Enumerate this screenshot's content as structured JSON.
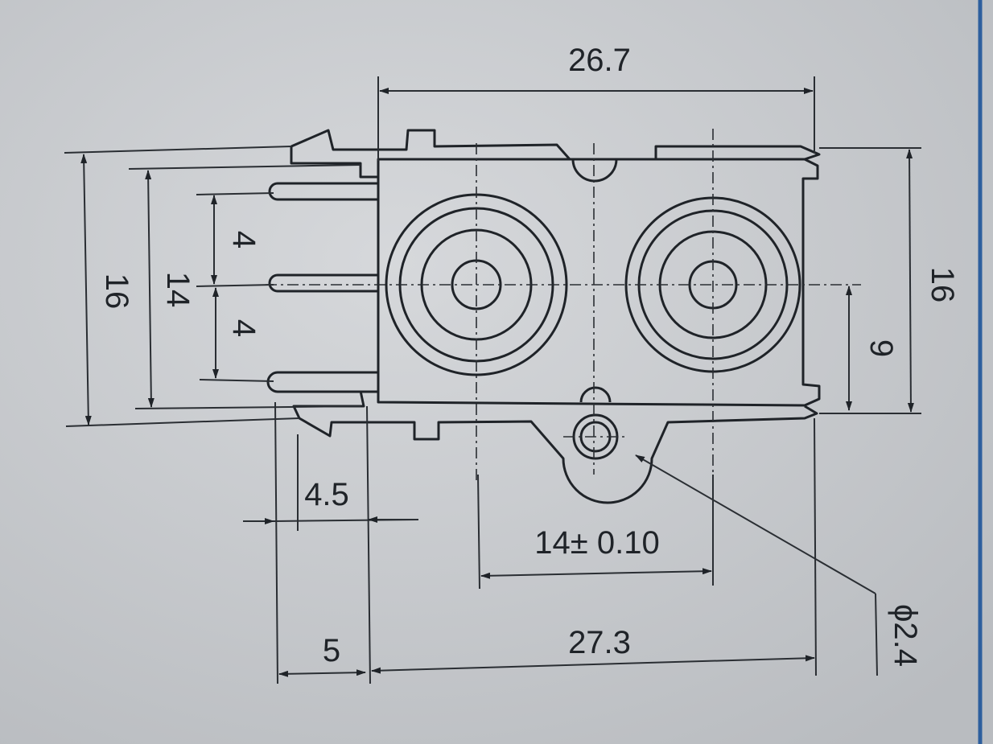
{
  "drawing": {
    "dimensions": {
      "width_top": "26.7",
      "height_left": "16",
      "height_inner": "14",
      "pin_pitch_upper": "4",
      "pin_pitch_lower": "4",
      "height_right": "16",
      "center_height": "9",
      "pin_offset": "4.5",
      "jack_spacing": "14± 0.10",
      "hole_diameter": "ϕ2.4",
      "mount_offset": "5",
      "width_bottom": "27.3"
    },
    "colors": {
      "paper": "#c9ccd0",
      "ink": "#1f2328",
      "frame": "#2d5f9e"
    }
  }
}
